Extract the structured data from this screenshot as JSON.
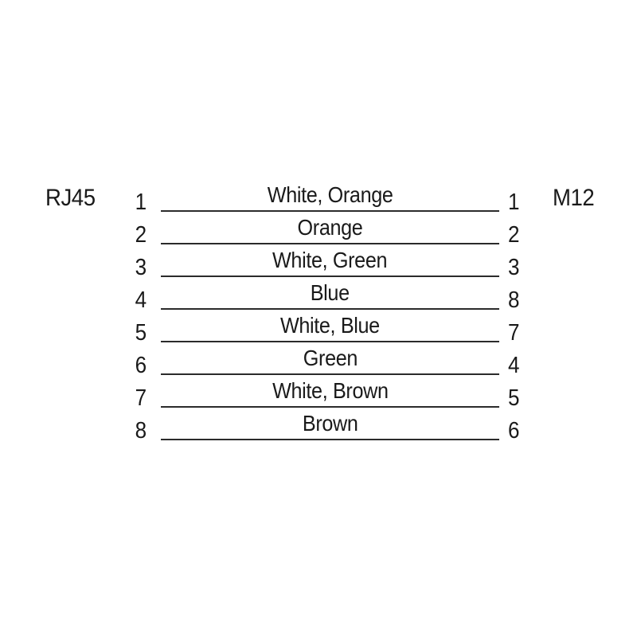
{
  "diagram": {
    "type": "pin-assignment-wiring-diagram",
    "left_connector_label": "RJ45",
    "right_connector_label": "M12",
    "line_color": "#2b2b2b",
    "text_color": "#1a1a1a",
    "background_color": "#ffffff",
    "wires": [
      {
        "left_pin": "1",
        "wire_label": "White, Orange",
        "right_pin": "1"
      },
      {
        "left_pin": "2",
        "wire_label": "Orange",
        "right_pin": "2"
      },
      {
        "left_pin": "3",
        "wire_label": "White, Green",
        "right_pin": "3"
      },
      {
        "left_pin": "4",
        "wire_label": "Blue",
        "right_pin": "8"
      },
      {
        "left_pin": "5",
        "wire_label": "White, Blue",
        "right_pin": "7"
      },
      {
        "left_pin": "6",
        "wire_label": "Green",
        "right_pin": "4"
      },
      {
        "left_pin": "7",
        "wire_label": "White, Brown",
        "right_pin": "5"
      },
      {
        "left_pin": "8",
        "wire_label": "Brown",
        "right_pin": "6"
      }
    ]
  }
}
